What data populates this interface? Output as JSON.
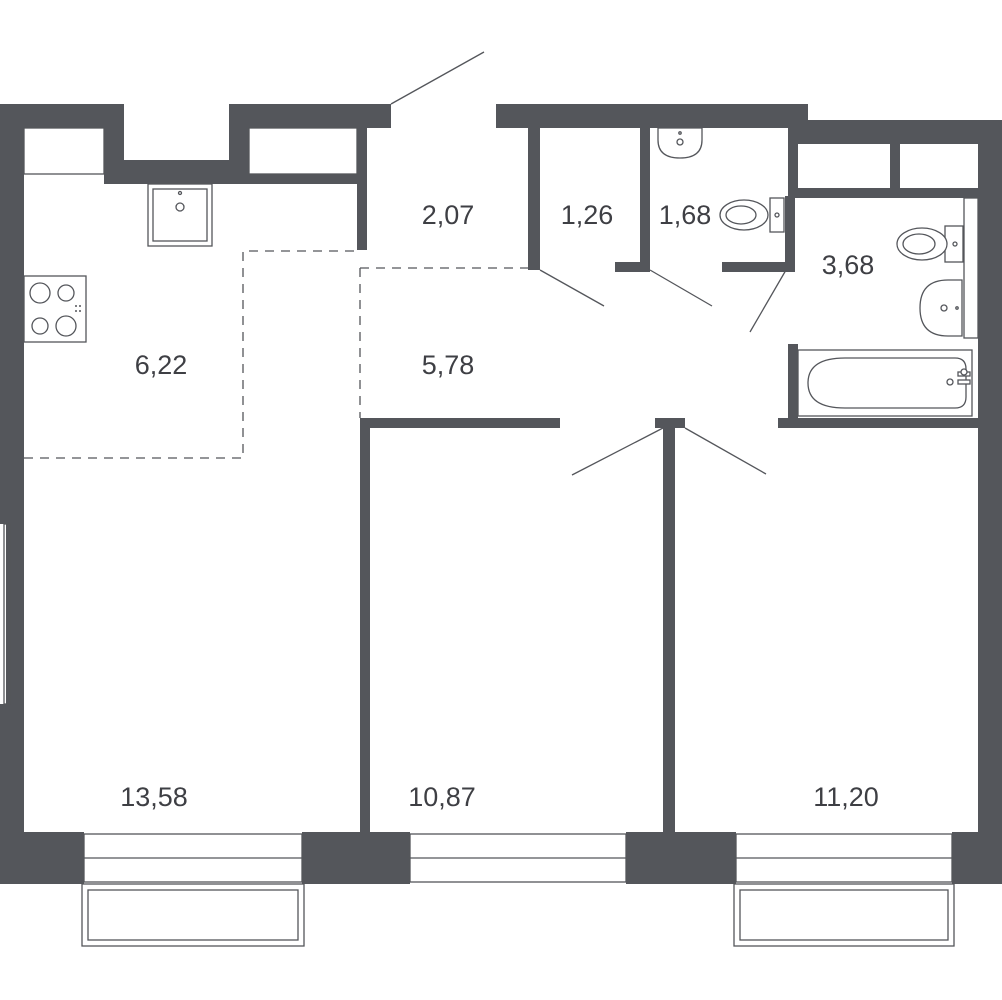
{
  "plan": {
    "rooms": [
      {
        "id": "hall",
        "area": "2,07"
      },
      {
        "id": "storage",
        "area": "1,26"
      },
      {
        "id": "wc",
        "area": "1,68"
      },
      {
        "id": "bathroom",
        "area": "3,68"
      },
      {
        "id": "kitchen",
        "area": "6,22"
      },
      {
        "id": "corridor",
        "area": "5,78"
      },
      {
        "id": "living-room",
        "area": "13,58"
      },
      {
        "id": "bedroom-1",
        "area": "10,87"
      },
      {
        "id": "bedroom-2",
        "area": "11,20"
      }
    ],
    "wall_color": "#54565b",
    "line_color": "#54565b"
  }
}
